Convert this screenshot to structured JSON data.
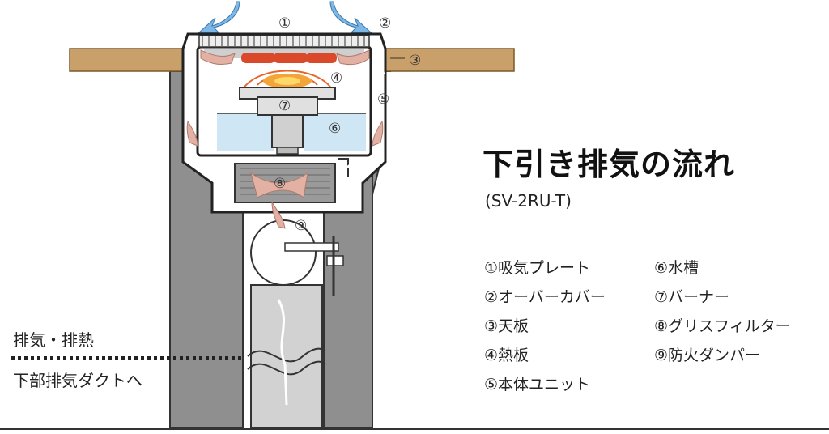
{
  "title": "下引き排気の流れ",
  "model": "(SV-2RU-T)",
  "callouts": [
    "①",
    "②",
    "③",
    "④",
    "⑤",
    "⑥",
    "⑦",
    "⑧",
    "⑨"
  ],
  "legend": {
    "col1": [
      "①吸気プレート",
      "②オーバーカバー",
      "③天板",
      "④熱板",
      "⑤本体ユニット"
    ],
    "col2": [
      "⑥水槽",
      "⑦バーナー",
      "⑧グリスフィルター",
      "⑨防火ダンパー"
    ]
  },
  "side_labels": {
    "top": "排気・排熱",
    "bottom": "下部排気ダクトへ"
  },
  "colors": {
    "tabletop": "#c9a06a",
    "water": "#cfe6f4",
    "column": "#8f8f8f",
    "flame": "#e8652a",
    "heater": "#d9492a",
    "arrow_in": "#7db7e6",
    "arrow_flow": "#e3b1a4"
  }
}
